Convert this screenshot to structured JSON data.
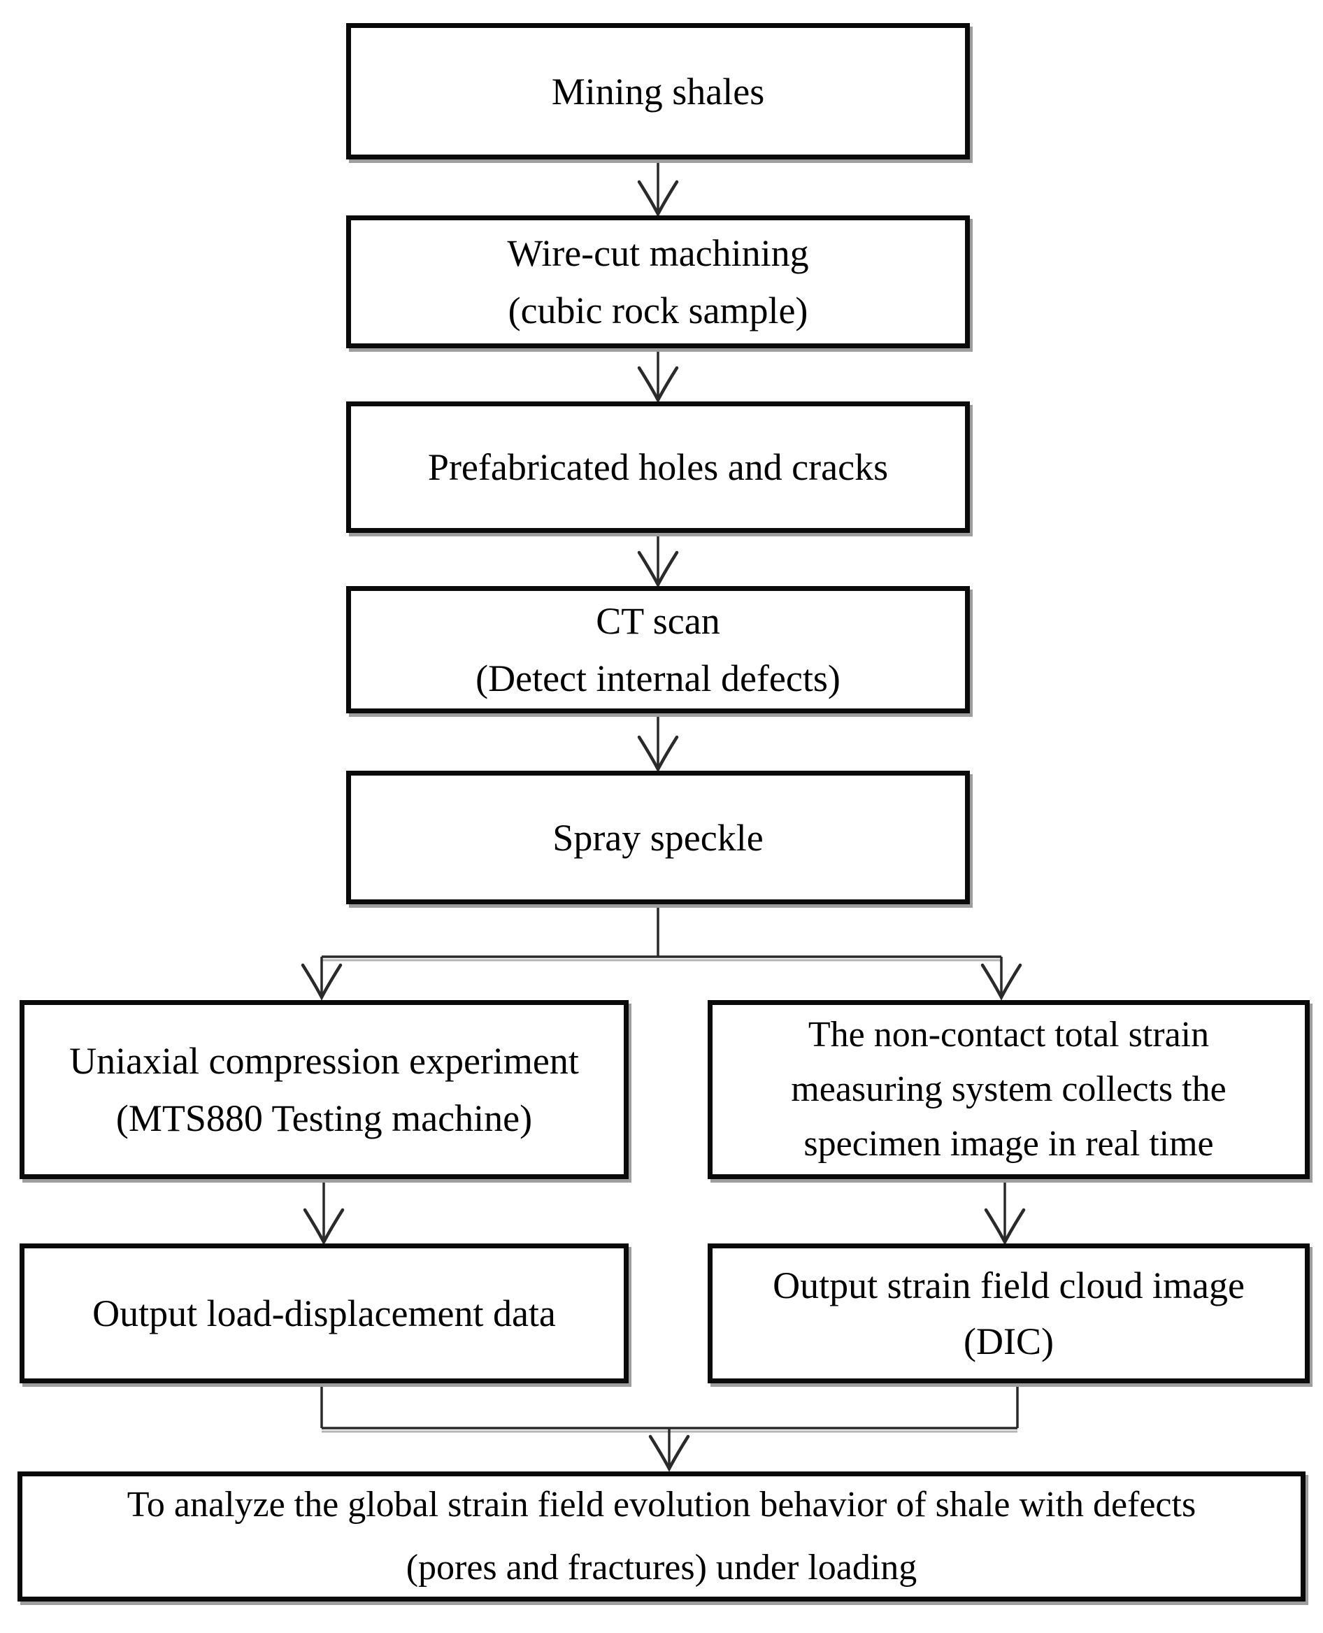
{
  "figure": {
    "type": "flowchart",
    "background_color": "#ffffff",
    "box_border_color": "#0a0a0a",
    "box_fill_color": "#ffffff",
    "connector_color": "#2a2a2a",
    "shadow_color": "#9e9e9e",
    "nodes": [
      {
        "id": "mining-shales",
        "lines": [
          "Mining shales"
        ]
      },
      {
        "id": "wire-cut-machining",
        "lines": [
          "Wire-cut machining",
          "(cubic rock sample)"
        ]
      },
      {
        "id": "prefabricated-holes",
        "lines": [
          "Prefabricated holes and cracks"
        ]
      },
      {
        "id": "ct-scan",
        "lines": [
          "CT scan",
          "(Detect internal defects)"
        ]
      },
      {
        "id": "spray-speckle",
        "lines": [
          "Spray speckle"
        ]
      },
      {
        "id": "uniaxial-compression",
        "lines": [
          "Uniaxial compression experiment",
          "(MTS880 Testing machine)"
        ]
      },
      {
        "id": "non-contact-system",
        "lines": [
          "The non-contact total strain",
          "measuring system collects the",
          "specimen image in real time"
        ]
      },
      {
        "id": "output-load-displacement",
        "lines": [
          "Output load-displacement data"
        ]
      },
      {
        "id": "output-strain-cloud",
        "lines": [
          "Output strain field cloud image",
          "(DIC)"
        ]
      },
      {
        "id": "analyze-global-strain",
        "lines": [
          "To analyze the global strain field evolution behavior of shale with defects",
          "(pores and fractures) under loading"
        ]
      }
    ],
    "edges": [
      {
        "from": "mining-shales",
        "to": "wire-cut-machining"
      },
      {
        "from": "wire-cut-machining",
        "to": "prefabricated-holes"
      },
      {
        "from": "prefabricated-holes",
        "to": "ct-scan"
      },
      {
        "from": "ct-scan",
        "to": "spray-speckle"
      },
      {
        "from": "spray-speckle",
        "to": "uniaxial-compression"
      },
      {
        "from": "spray-speckle",
        "to": "non-contact-system"
      },
      {
        "from": "uniaxial-compression",
        "to": "output-load-displacement"
      },
      {
        "from": "non-contact-system",
        "to": "output-strain-cloud"
      },
      {
        "from": "output-load-displacement",
        "to": "analyze-global-strain"
      },
      {
        "from": "output-strain-cloud",
        "to": "analyze-global-strain"
      }
    ]
  }
}
